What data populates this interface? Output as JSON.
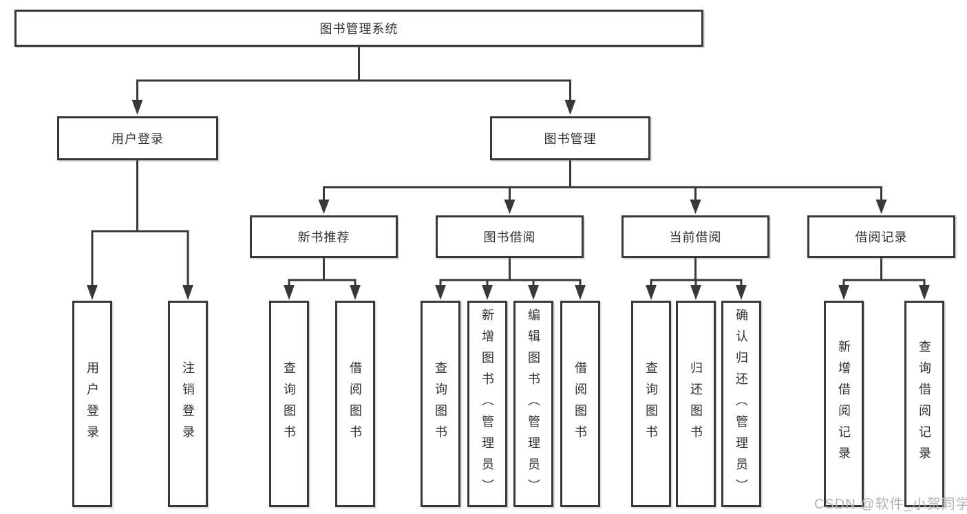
{
  "tree": {
    "label": "图书管理系统",
    "children": [
      {
        "label": "用户登录",
        "children": [
          {
            "label": "用户登录"
          },
          {
            "label": "注销登录"
          }
        ]
      },
      {
        "label": "图书管理",
        "children": [
          {
            "label": "新书推荐",
            "children": [
              {
                "label": "查询图书"
              },
              {
                "label": "借阅图书"
              }
            ]
          },
          {
            "label": "图书借阅",
            "children": [
              {
                "label": "查询图书"
              },
              {
                "label": "新增图书（管理员）"
              },
              {
                "label": "编辑图书（管理员）"
              },
              {
                "label": "借阅图书"
              }
            ]
          },
          {
            "label": "当前借阅",
            "children": [
              {
                "label": "查询图书"
              },
              {
                "label": "归还图书"
              },
              {
                "label": "确认归还（管理员）"
              }
            ]
          },
          {
            "label": "借阅记录",
            "children": [
              {
                "label": "新增借阅记录"
              },
              {
                "label": "查询借阅记录"
              }
            ]
          }
        ]
      }
    ]
  },
  "watermark": "CSDN @软件_小贺同学",
  "colors": {
    "line": "#383838",
    "box_border": "#383838",
    "box_background": "#ffffff",
    "text": "#2f2f2f",
    "watermark": "#b7b1b3",
    "background": "#ffffff"
  }
}
